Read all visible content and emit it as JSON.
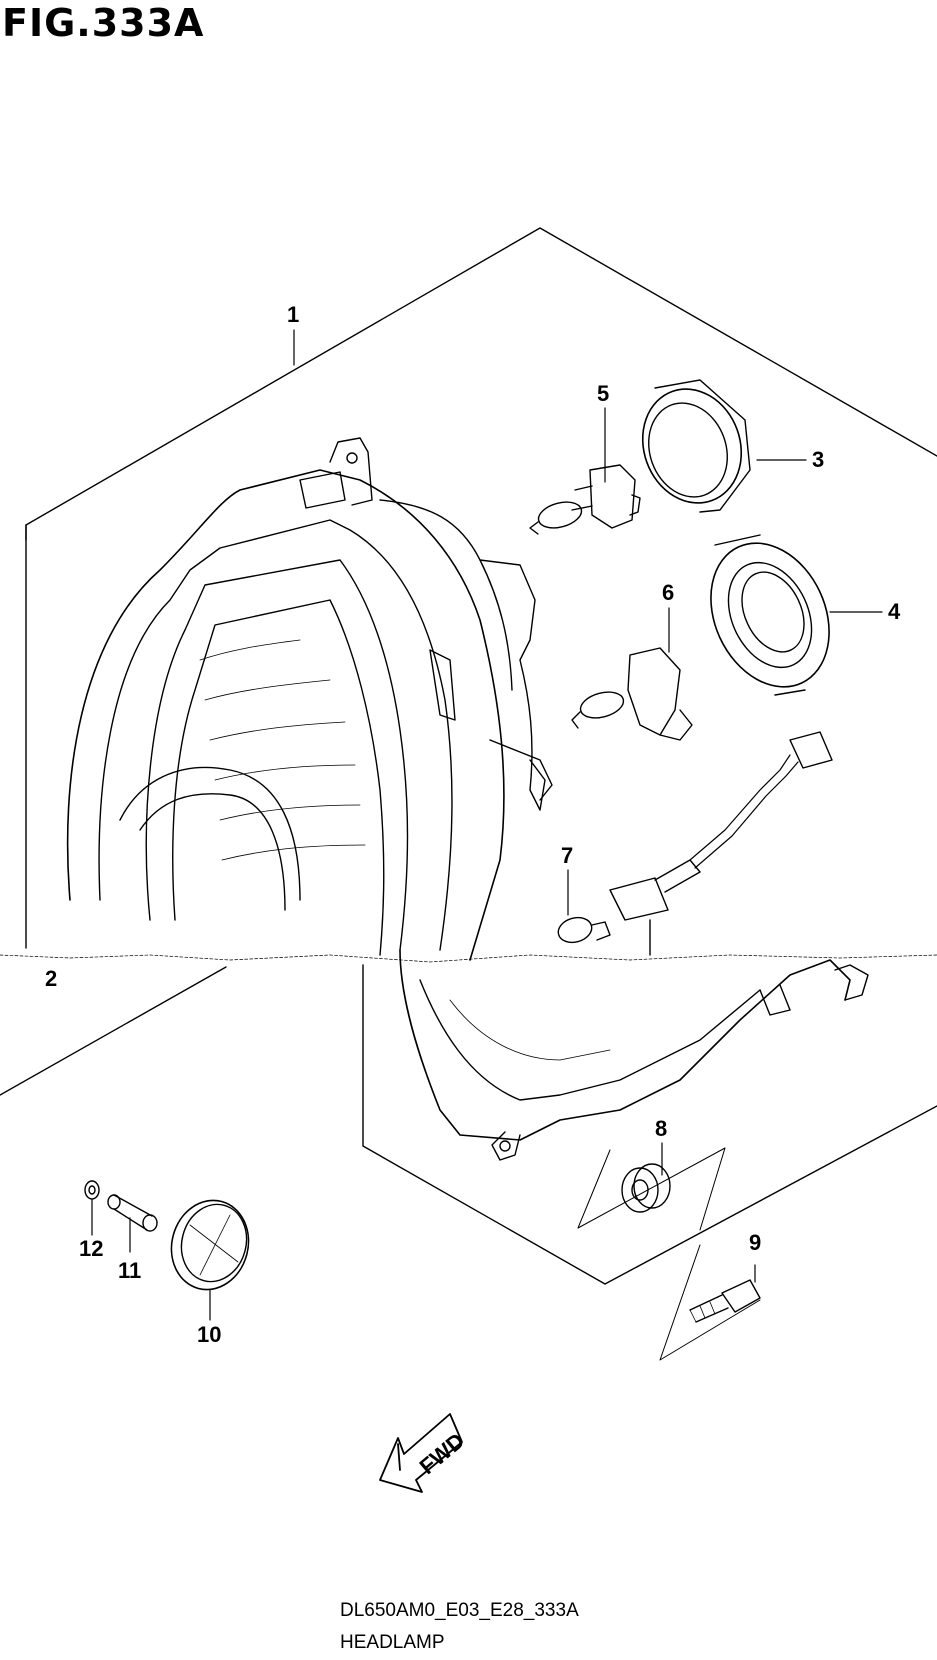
{
  "figure": {
    "title": "FIG.333A"
  },
  "parts": [
    {
      "ref": "1"
    },
    {
      "ref": "2"
    },
    {
      "ref": "3"
    },
    {
      "ref": "4"
    },
    {
      "ref": "5"
    },
    {
      "ref": "6"
    },
    {
      "ref": "7"
    },
    {
      "ref": "8"
    },
    {
      "ref": "9"
    },
    {
      "ref": "10"
    },
    {
      "ref": "11"
    },
    {
      "ref": "12"
    }
  ],
  "arrow": {
    "label": "FWD"
  },
  "footer": {
    "code": "DL650AM0_E03_E28_333A",
    "name": "HEADLAMP"
  }
}
